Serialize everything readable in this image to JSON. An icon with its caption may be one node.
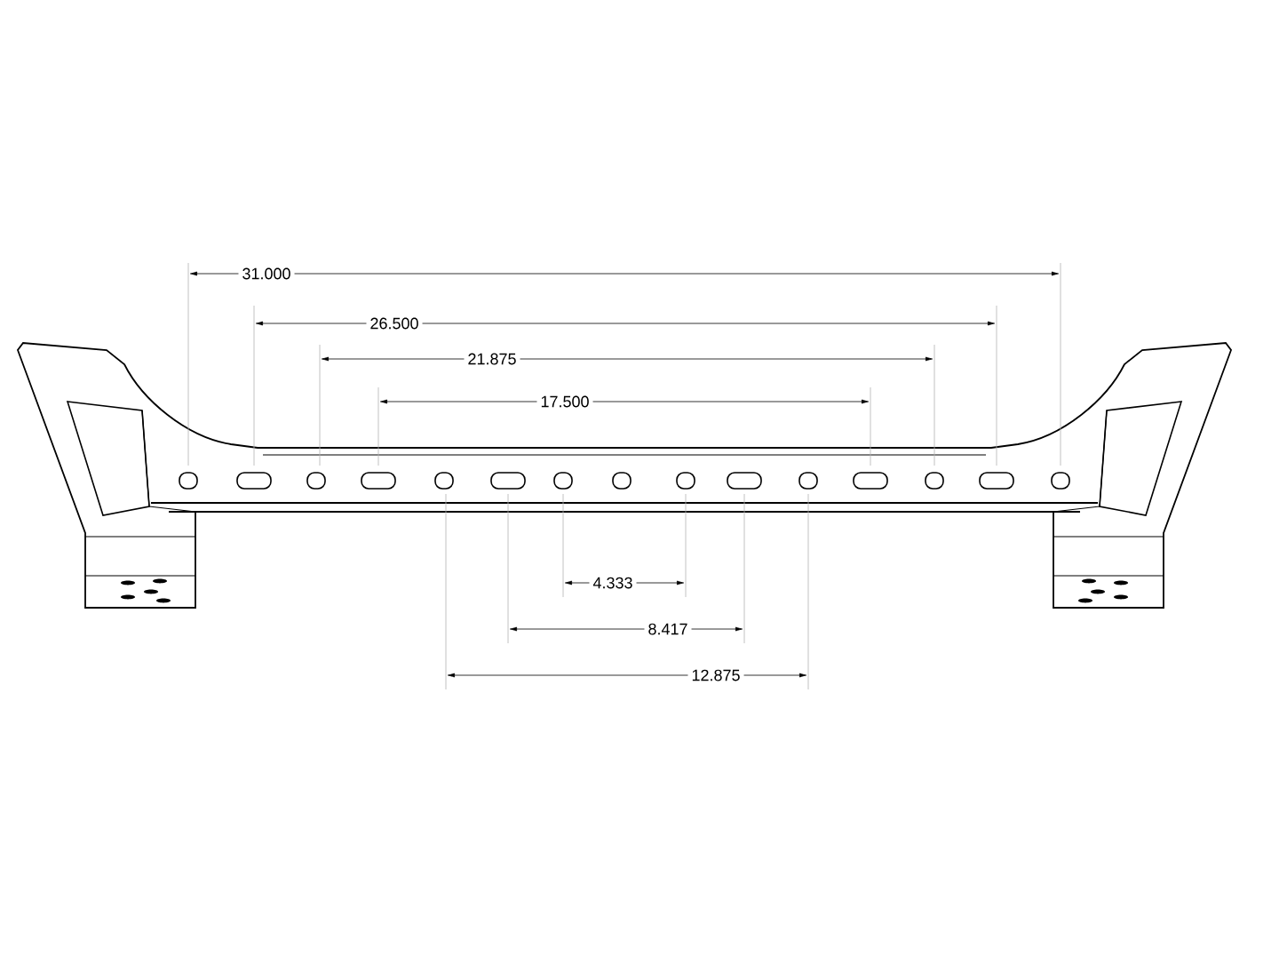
{
  "diagram": {
    "labels": [
      "31.000",
      "26.500",
      "21.875",
      "17.500",
      "4.333",
      "8.417",
      "12.875"
    ]
  }
}
